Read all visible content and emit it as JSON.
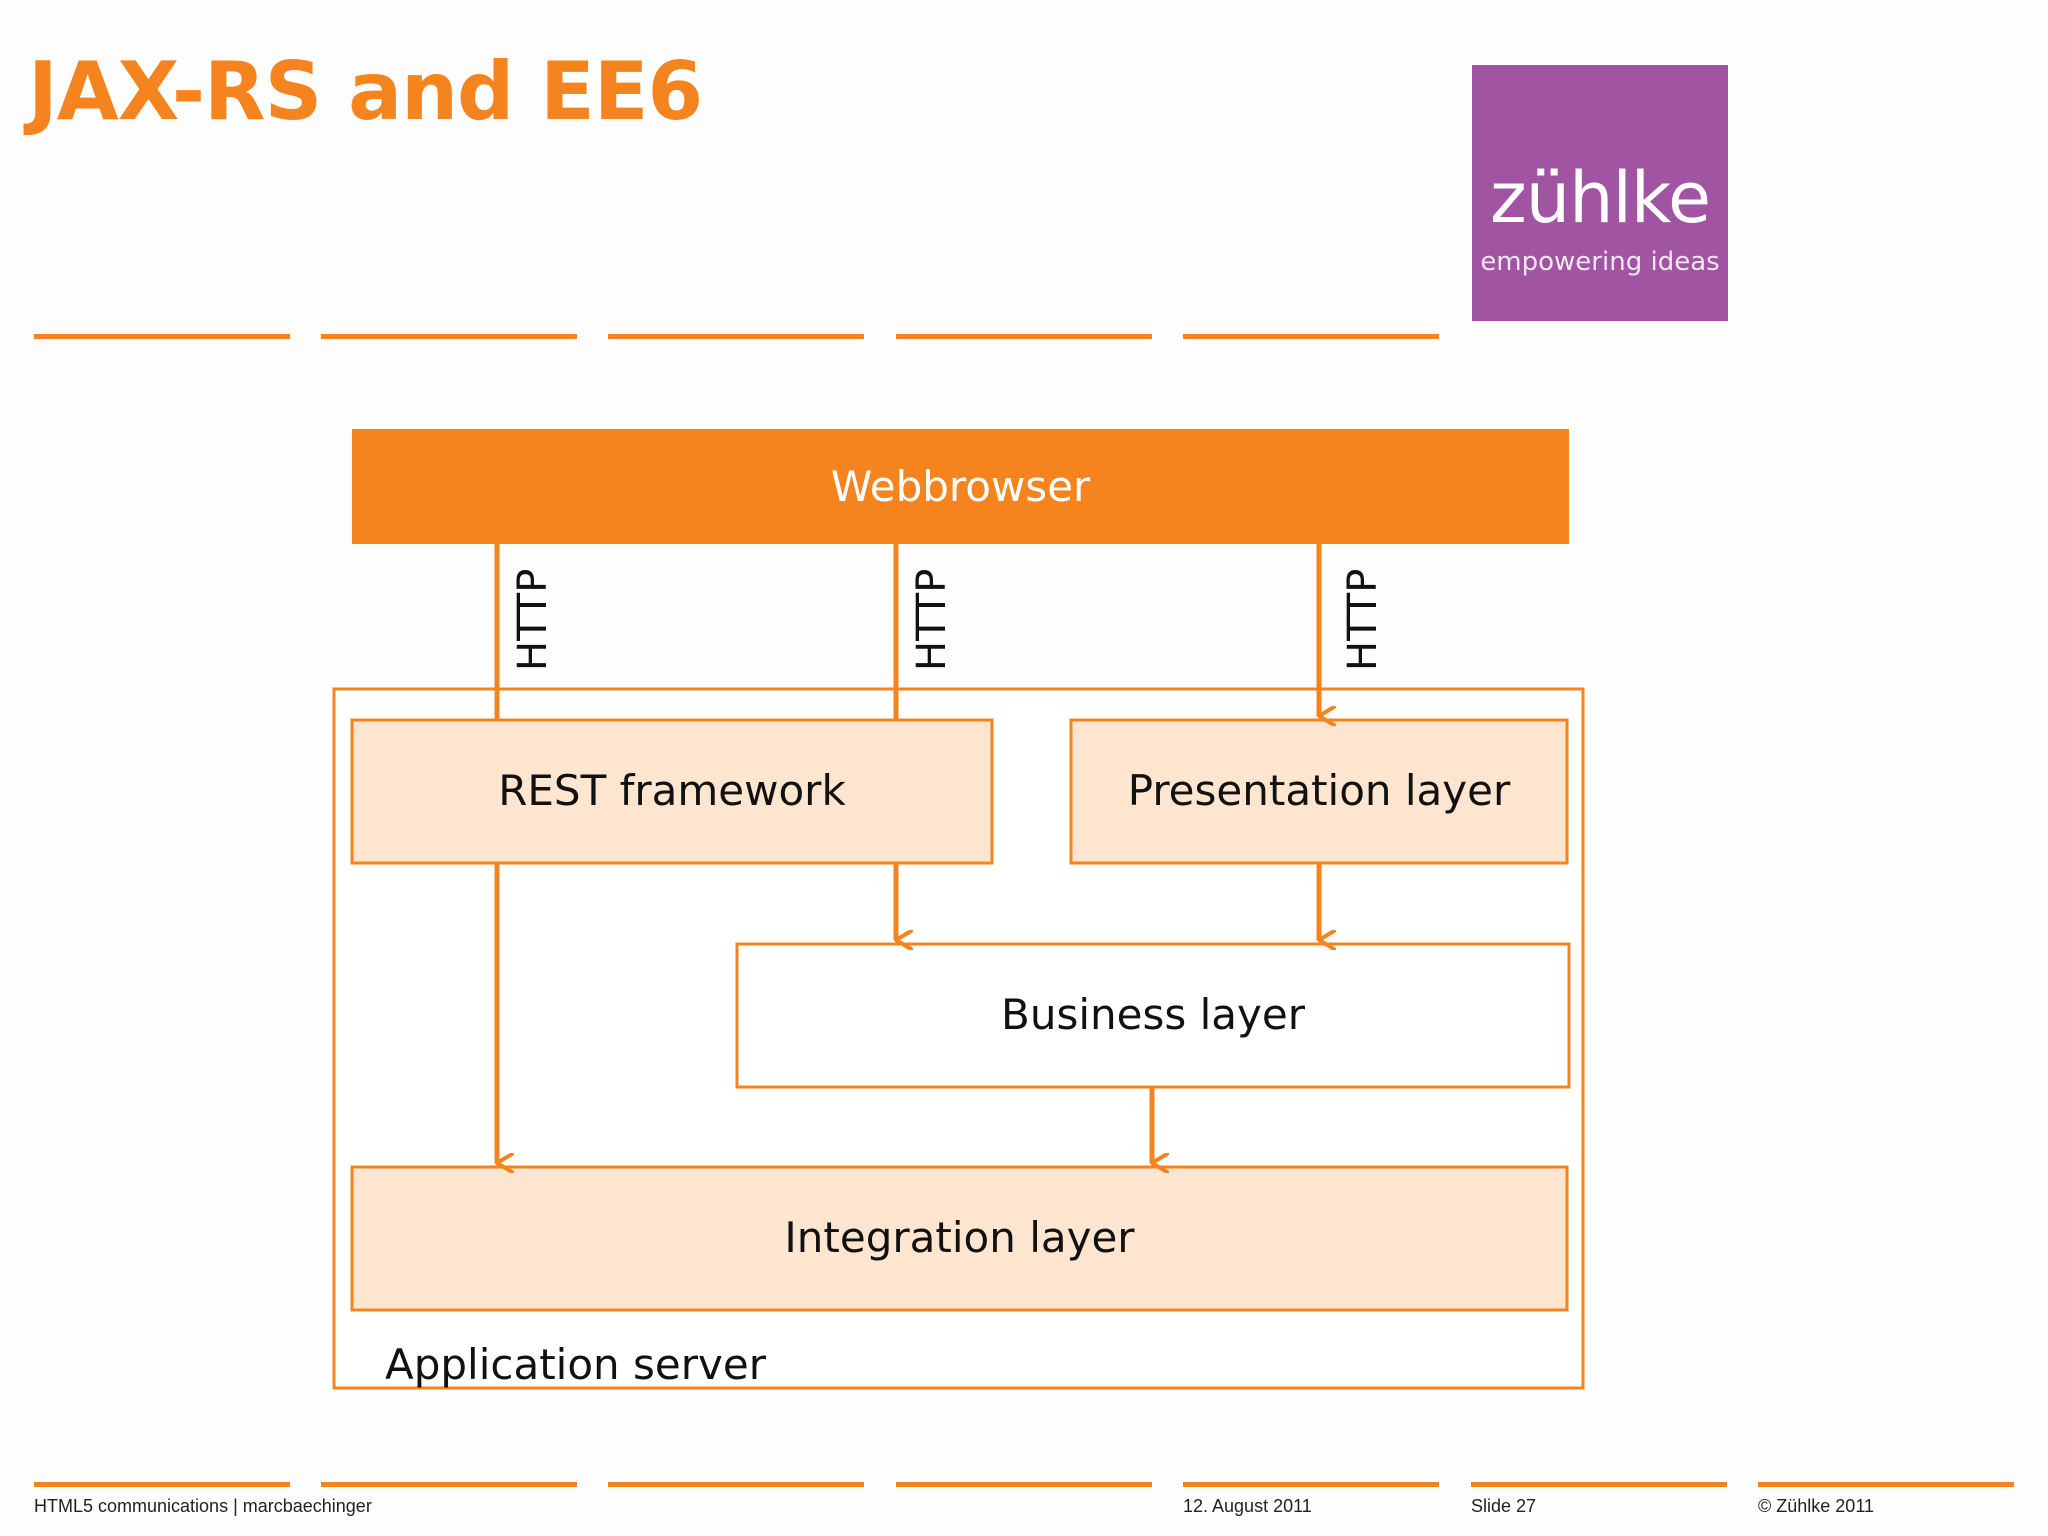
{
  "slide": {
    "title": "JAX-RS and EE6"
  },
  "logo": {
    "word": "zühlke",
    "tagline": "empowering ideas",
    "background_color": "#a054a2"
  },
  "diagram": {
    "webbrowser_label": "Webbrowser",
    "http_labels": [
      "HTTP",
      "HTTP",
      "HTTP"
    ],
    "rest_framework_label": "REST framework",
    "presentation_layer_label": "Presentation layer",
    "business_layer_label": "Business layer",
    "integration_layer_label": "Integration layer",
    "application_server_label": "Application server",
    "colors": {
      "accent": "#f5841f",
      "layer_fill": "#fde5cf",
      "white_fill": "#ffffff"
    }
  },
  "footer": {
    "left": "HTML5 communications | marcbaechinger",
    "date": "12. August 2011",
    "slide_number": "Slide 27",
    "copyright": "© Zühlke 2011"
  }
}
